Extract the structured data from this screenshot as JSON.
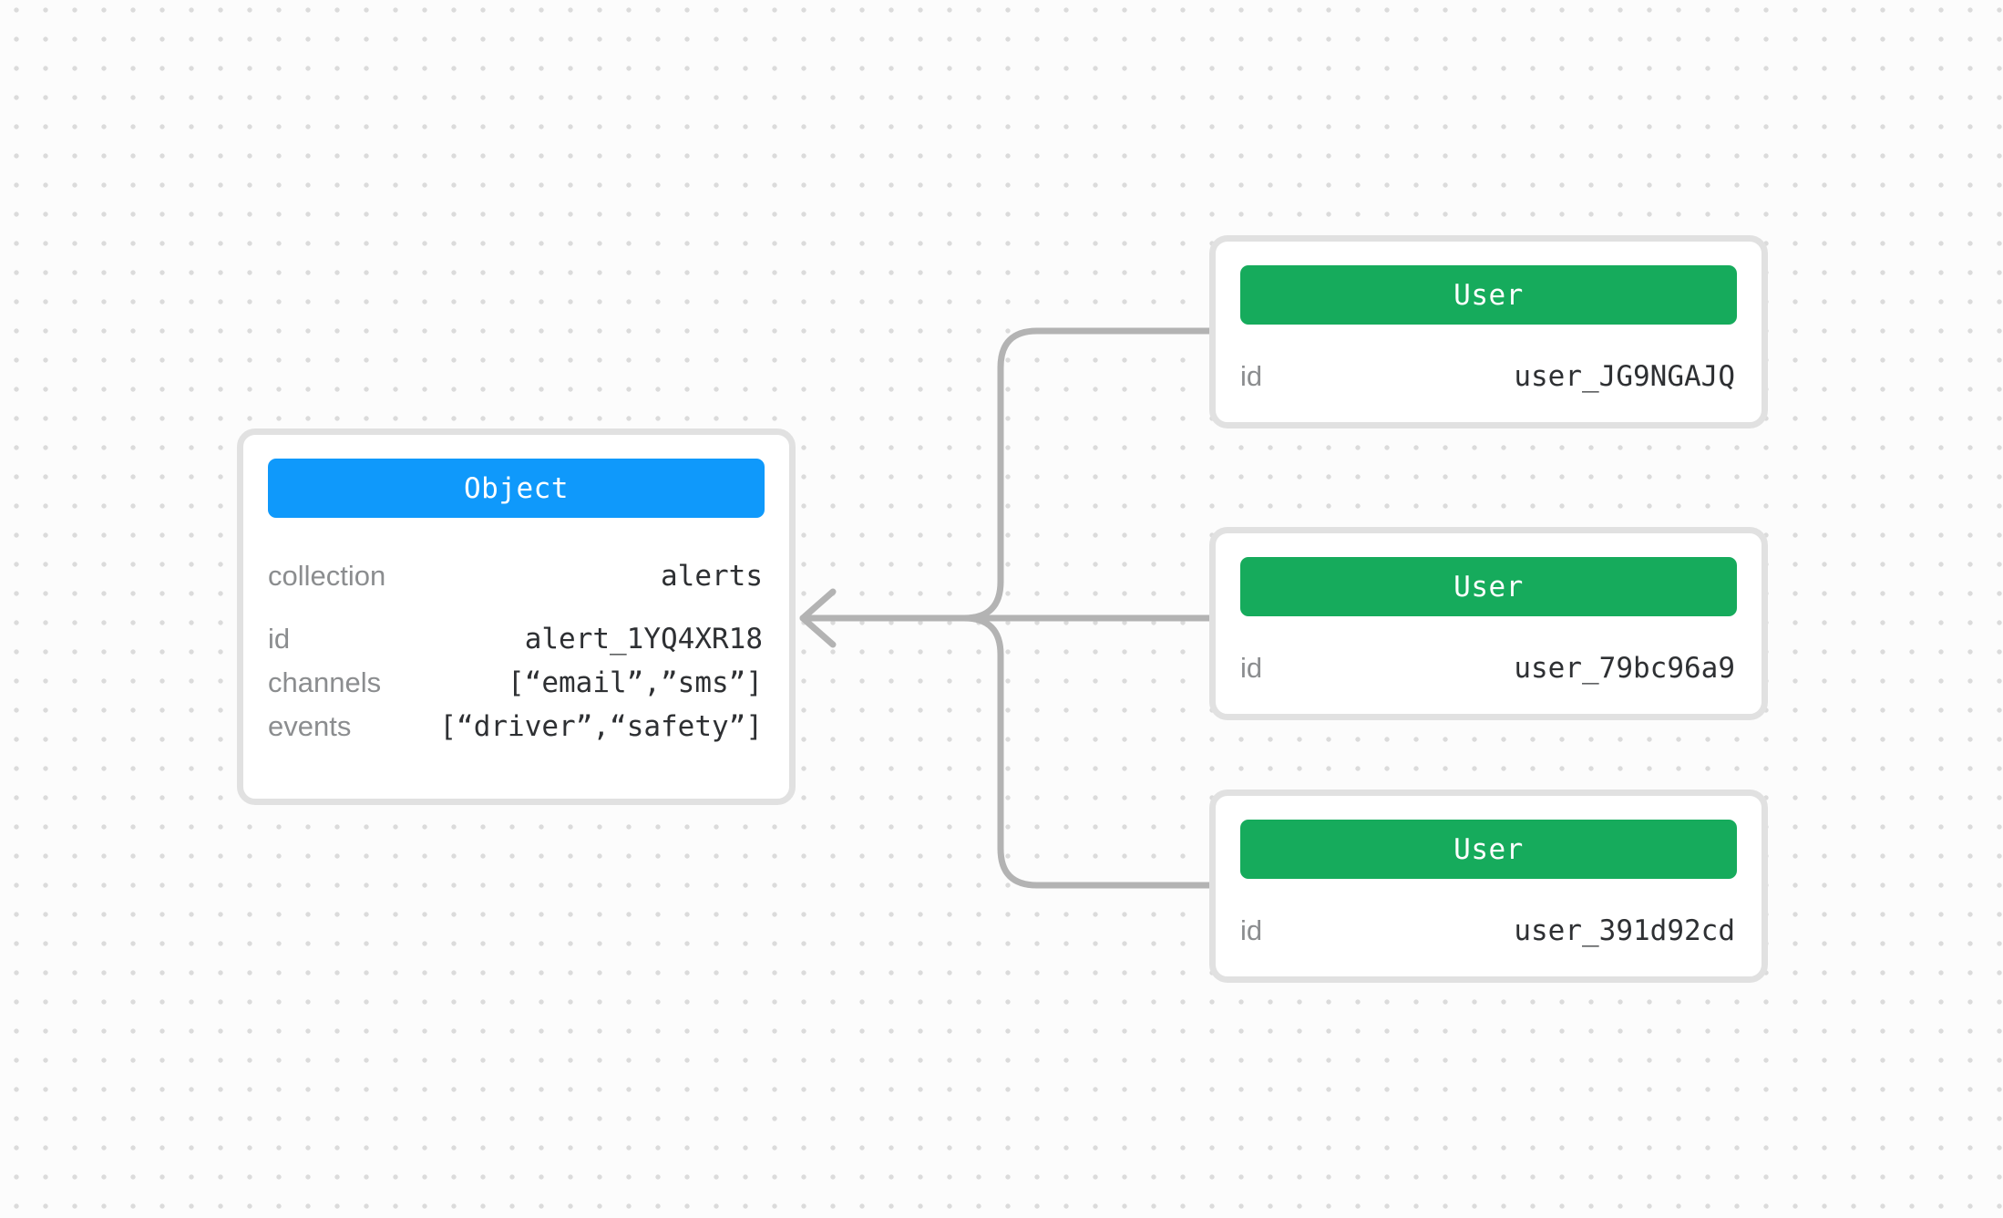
{
  "diagram": {
    "description": "Entity relationship diagram: three User records link to one Object record",
    "arrow_direction": "left",
    "object_card": {
      "header": "Object",
      "rows": [
        {
          "label": "collection",
          "value": "alerts"
        },
        {
          "label": "id",
          "value": "alert_1YQ4XR18"
        },
        {
          "label": "channels",
          "value": "[“email”,”sms”]"
        },
        {
          "label": "events",
          "value": "[“driver”,“safety”]"
        }
      ]
    },
    "user_cards": [
      {
        "header": "User",
        "rows": [
          {
            "label": "id",
            "value": "user_JG9NGAJQ"
          }
        ]
      },
      {
        "header": "User",
        "rows": [
          {
            "label": "id",
            "value": "user_79bc96a9"
          }
        ]
      },
      {
        "header": "User",
        "rows": [
          {
            "label": "id",
            "value": "user_391d92cd"
          }
        ]
      }
    ],
    "connections": [
      {
        "from": "user_JG9NGAJQ",
        "to": "alert_1YQ4XR18"
      },
      {
        "from": "user_79bc96a9",
        "to": "alert_1YQ4XR18"
      },
      {
        "from": "user_391d92cd",
        "to": "alert_1YQ4XR18"
      }
    ],
    "colors": {
      "object_header_bg": "#0F99FB",
      "user_header_bg": "#16AB5C",
      "header_text": "#FFFFFF",
      "connector": "#B3B3B3",
      "card_border": "#E1E1E1",
      "card_bg": "#FFFFFF",
      "label_text": "#8B8D8F",
      "value_text": "#2E3033",
      "background": "#FCFCFC",
      "background_dot": "#DBDBDB"
    }
  }
}
